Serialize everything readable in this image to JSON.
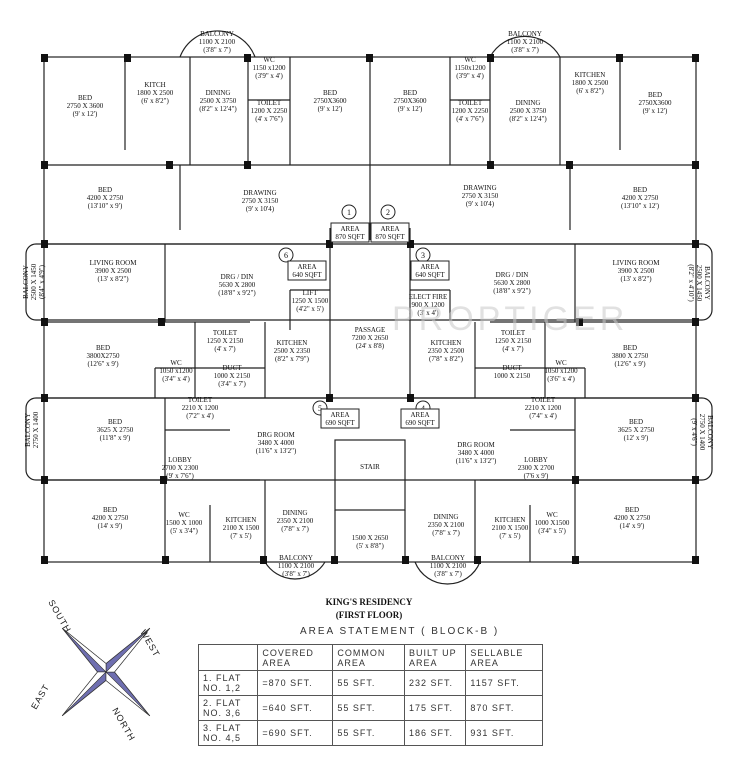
{
  "plan": {
    "title": "KING'S RESIDENCY",
    "subtitle": "(FIRST FLOOR)",
    "watermark": "PROPTIGER",
    "rooms": [
      {
        "id": "bed-tl",
        "name": "BED",
        "dim": "2750 X 3600",
        "ft": "(9' x 12')"
      },
      {
        "id": "kitch-tl",
        "name": "KITCH",
        "dim": "1800 X 2500",
        "ft": "(6' x 8'2\")"
      },
      {
        "id": "dining-tl",
        "name": "DINING",
        "dim": "2500 X 3750",
        "ft": "(8'2\" x 12'4\")"
      },
      {
        "id": "balcony-tl",
        "name": "BALCONY",
        "dim": "1100 X 2100",
        "ft": "(3'8\" x 7')"
      },
      {
        "id": "wc-tl",
        "name": "WC",
        "dim": "1150 x1200",
        "ft": "(3'9\" x 4')"
      },
      {
        "id": "toilet-tl",
        "name": "TOILET",
        "dim": "1200 X 2250",
        "ft": "(4' x 7'6\")"
      },
      {
        "id": "bed-tc1",
        "name": "BED",
        "dim": "2750X3600",
        "ft": "(9' x 12')"
      },
      {
        "id": "bed-tc2",
        "name": "BED",
        "dim": "2750X3600",
        "ft": "(9' x 12')"
      },
      {
        "id": "wc-tr",
        "name": "WC",
        "dim": "1150x1200",
        "ft": "(3'9\" x 4')"
      },
      {
        "id": "toilet-tr",
        "name": "TOILET",
        "dim": "1200 X 2250",
        "ft": "(4' x 7'6\")"
      },
      {
        "id": "balcony-tr",
        "name": "BALCONY",
        "dim": "1100 X 2100",
        "ft": "(3'8\" x 7')"
      },
      {
        "id": "dining-tr",
        "name": "DINING",
        "dim": "2500 X 3750",
        "ft": "(8'2\" x 12'4\")"
      },
      {
        "id": "kitchen-tr",
        "name": "KITCHEN",
        "dim": "1800 X 2500",
        "ft": "(6' x 8'2\")"
      },
      {
        "id": "bed-tr",
        "name": "BED",
        "dim": "2750X3600",
        "ft": "(9' x 12')"
      },
      {
        "id": "bed-l2",
        "name": "BED",
        "dim": "4200 X 2750",
        "ft": "(13'10\" x 9')"
      },
      {
        "id": "drawing-l",
        "name": "DRAWING",
        "dim": "2750 X 3150",
        "ft": "(9' x 10'4)"
      },
      {
        "id": "drawing-r",
        "name": "DRAWING",
        "dim": "2750 X 3150",
        "ft": "(9' x 10'4)"
      },
      {
        "id": "bed-r2",
        "name": "BED",
        "dim": "4200 X 2750",
        "ft": "(13'10\" x 12')"
      },
      {
        "id": "balcony-l3",
        "name": "BALCONY",
        "dim": "2500 X 1450",
        "ft": "(8'4\" x 4'9\")"
      },
      {
        "id": "living-l",
        "name": "LIVING ROOM",
        "dim": "3900 X 2500",
        "ft": "(13' x 8'2\")"
      },
      {
        "id": "drgdin-l",
        "name": "DRG / DIN",
        "dim": "5630 X 2800",
        "ft": "(18'8\" x 9'2\")"
      },
      {
        "id": "lift",
        "name": "LIFT",
        "dim": "1250 X 1500",
        "ft": "(4'2\" x 5')"
      },
      {
        "id": "elect",
        "name": "ELECT FIRE",
        "dim": "900 X 1200",
        "ft": "(3' x 4')"
      },
      {
        "id": "drgdin-r",
        "name": "DRG / DIN",
        "dim": "5630 X 2800",
        "ft": "(18'8\" x 9'2\")"
      },
      {
        "id": "living-r",
        "name": "LIVING ROOM",
        "dim": "3900 X 2500",
        "ft": "(13' x 8'2\")"
      },
      {
        "id": "balcony-r3",
        "name": "BALCONY",
        "dim": "2500 X 1450",
        "ft": "(8'2\" x 4'10\")"
      },
      {
        "id": "bed-l4",
        "name": "BED",
        "dim": "3800X2750",
        "ft": "(12'6\" x 9')"
      },
      {
        "id": "toilet-l4",
        "name": "TOILET",
        "dim": "1250 X 2150",
        "ft": "(4' x 7')"
      },
      {
        "id": "wc-l4",
        "name": "WC",
        "dim": "1050 x1200",
        "ft": "(3'4\" x 4')"
      },
      {
        "id": "duct-l",
        "name": "DUCT",
        "dim": "1000 X 2150",
        "ft": "(3'4\" x 7')"
      },
      {
        "id": "kitchen-l4",
        "name": "KITCHEN",
        "dim": "2500 X 2350",
        "ft": "(8'2\" x 7'9\")"
      },
      {
        "id": "passage",
        "name": "PASSAGE",
        "dim": "7200 X 2650",
        "ft": "(24' x 8'8)"
      },
      {
        "id": "kitchen-r4",
        "name": "KITCHEN",
        "dim": "2350 X 2500",
        "ft": "(7'8\" x 8'2\")"
      },
      {
        "id": "toilet-r4",
        "name": "TOILET",
        "dim": "1250 X 2150",
        "ft": "(4' x 7')"
      },
      {
        "id": "duct-r",
        "name": "DUCT",
        "dim": "1000 X 2150",
        "ft": ""
      },
      {
        "id": "wc-r4",
        "name": "WC",
        "dim": "1050 x1200",
        "ft": "(3'6\" x 4')"
      },
      {
        "id": "bed-r4",
        "name": "BED",
        "dim": "3800 X 2750",
        "ft": "(12'6\" x 9')"
      },
      {
        "id": "balcony-l5",
        "name": "BALCONY",
        "dim": "2750 X 1400",
        "ft": ""
      },
      {
        "id": "bed-l5",
        "name": "BED",
        "dim": "3625 X 2750",
        "ft": "(11'8\" x 9')"
      },
      {
        "id": "toilet-l5",
        "name": "TOILET",
        "dim": "2210 X 1200",
        "ft": "(7'2\" x 4')"
      },
      {
        "id": "drgroom-l",
        "name": "DRG ROOM",
        "dim": "3480 X 4000",
        "ft": "(11'6\" x 13'2\")"
      },
      {
        "id": "lobby-l",
        "name": "LOBBY",
        "dim": "2700 X 2300",
        "ft": "(9' x 7'6\")"
      },
      {
        "id": "drgroom-r",
        "name": "DRG ROOM",
        "dim": "3480 X 4000",
        "ft": "(11'6\" x 13'2\")"
      },
      {
        "id": "toilet-r5",
        "name": "TOILET",
        "dim": "2210 X 1200",
        "ft": "(7'4\" x 4')"
      },
      {
        "id": "lobby-r",
        "name": "LOBBY",
        "dim": "2300 X 2700",
        "ft": "(7'6 x 9')"
      },
      {
        "id": "bed-r5",
        "name": "BED",
        "dim": "3625 X 2750",
        "ft": "(12' x 9')"
      },
      {
        "id": "balcony-r5",
        "name": "BALCONY",
        "dim": "2750 X 1400",
        "ft": "(9' x 4'6\")"
      },
      {
        "id": "stair",
        "name": "STAIR",
        "dim": "",
        "ft": ""
      },
      {
        "id": "stair-land",
        "name": "",
        "dim": "1500 X 2650",
        "ft": "(5' x 8'8\")"
      },
      {
        "id": "bed-l6",
        "name": "BED",
        "dim": "4200 X 2750",
        "ft": "(14' x 9')"
      },
      {
        "id": "wc-l6",
        "name": "WC",
        "dim": "1500 X 1000",
        "ft": "(5' x 3'4\")"
      },
      {
        "id": "kitchen-l6",
        "name": "KITCHEN",
        "dim": "2100 X 1500",
        "ft": "(7' x 5')"
      },
      {
        "id": "dining-l6",
        "name": "DINING",
        "dim": "2350 X 2100",
        "ft": "(7'8\" x 7')"
      },
      {
        "id": "balcony-l6",
        "name": "BALCONY",
        "dim": "1100 X 2100",
        "ft": "(3'8\" x 7')"
      },
      {
        "id": "dining-r6",
        "name": "DINING",
        "dim": "2350 X 2100",
        "ft": "(7'8\" x 7')"
      },
      {
        "id": "balcony-r6",
        "name": "BALCONY",
        "dim": "1100 X 2100",
        "ft": "(3'8\" x 7')"
      },
      {
        "id": "kitchen-r6",
        "name": "KITCHEN",
        "dim": "2100 X 1500",
        "ft": "(7' x 5')"
      },
      {
        "id": "wc-r6",
        "name": "WC",
        "dim": "1000 X1500",
        "ft": "(3'4\" x 5')"
      },
      {
        "id": "bed-r6",
        "name": "BED",
        "dim": "4200 X 2750",
        "ft": "(14' x 9')"
      }
    ],
    "area_tags": [
      {
        "no": "1",
        "label": "AREA",
        "value": "870 SQFT"
      },
      {
        "no": "2",
        "label": "AREA",
        "value": "870 SQFT"
      },
      {
        "no": "6",
        "label": "AREA",
        "value": "640 SQFT"
      },
      {
        "no": "3",
        "label": "AREA",
        "value": "640 SQFT"
      },
      {
        "no": "5",
        "label": "AREA",
        "value": "690 SQFT"
      },
      {
        "no": "4",
        "label": "AREA",
        "value": "690 SQFT"
      }
    ]
  },
  "compass": {
    "north": "NORTH",
    "south": "SOUTH",
    "east": "EAST",
    "west": "WEST"
  },
  "area_statement": {
    "title": "AREA STATEMENT ( BLOCK-B )",
    "headers": [
      "",
      "COVERED AREA",
      "COMMON AREA",
      "BUILT UP AREA",
      "SELLABLE AREA"
    ],
    "rows": [
      [
        "1. FLAT NO. 1,2",
        "=870 SFT.",
        "55 SFT.",
        "232 SFT.",
        "1157 SFT."
      ],
      [
        "2. FLAT NO. 3,6",
        "=640 SFT.",
        "55 SFT.",
        "175 SFT.",
        "870 SFT."
      ],
      [
        "3. FLAT NO. 4,5",
        "=690 SFT.",
        "55 SFT.",
        "186 SFT.",
        "931 SFT."
      ]
    ]
  }
}
